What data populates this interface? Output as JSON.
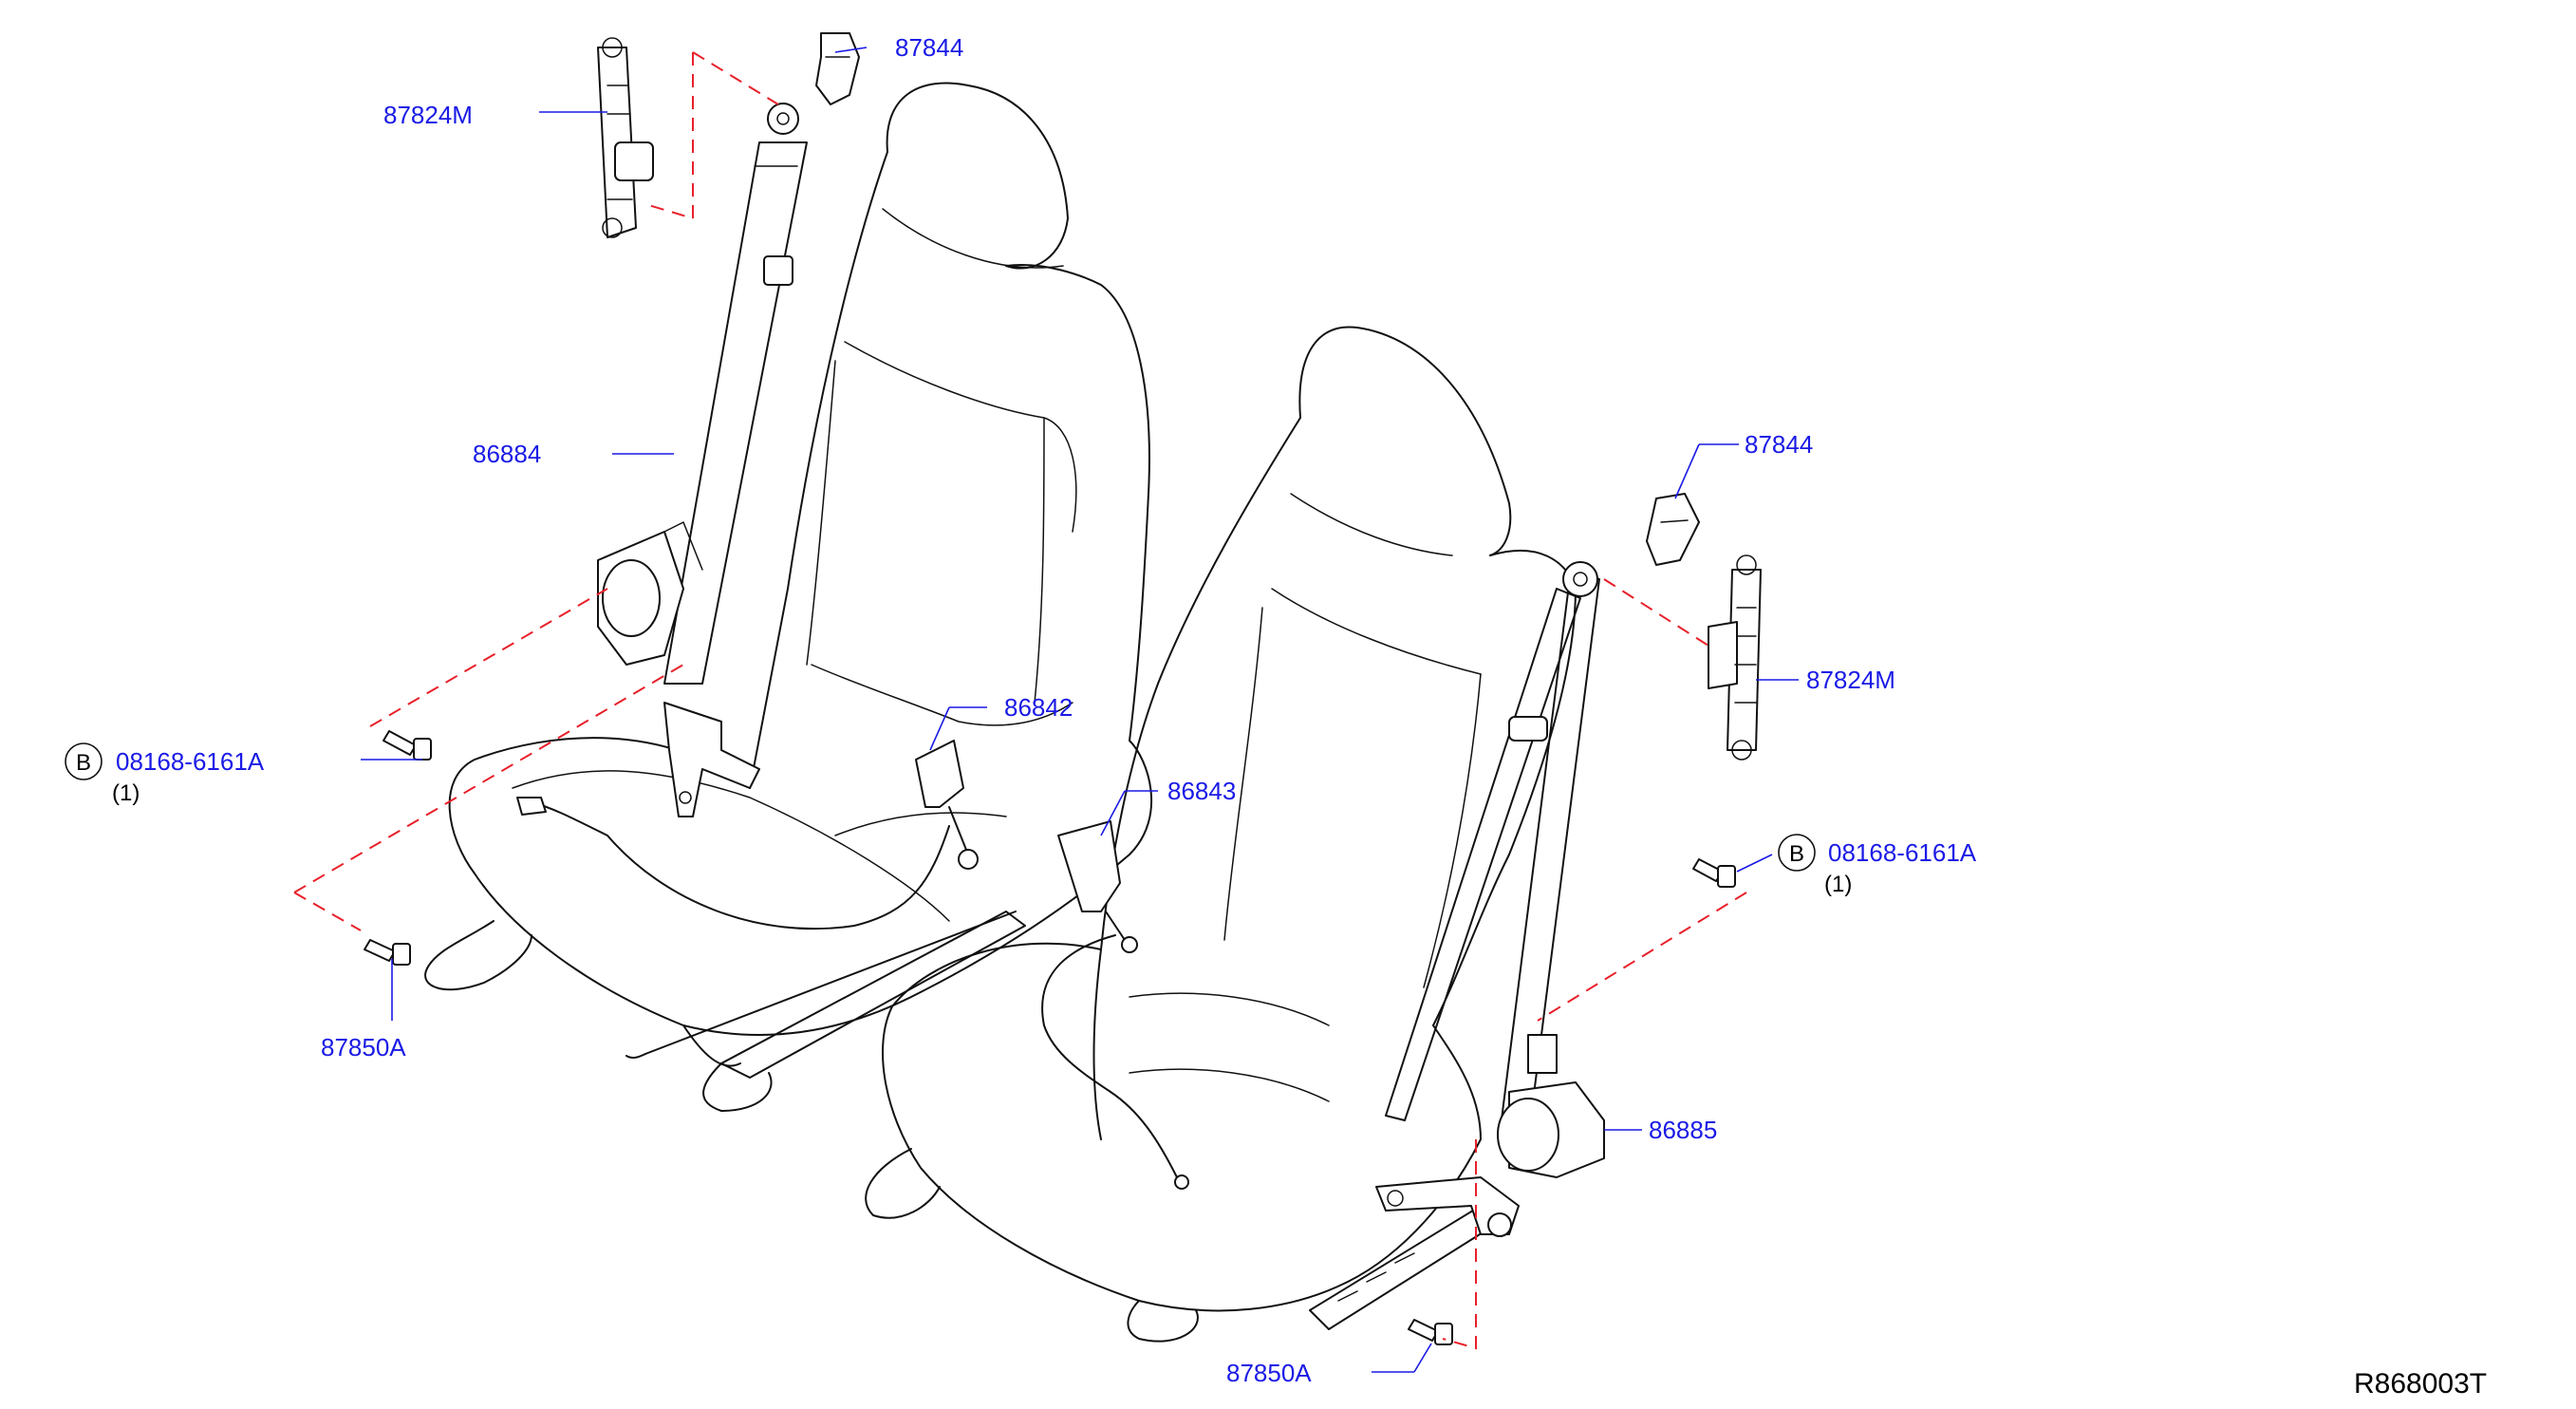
{
  "diagram": {
    "reference_code": "R868003T",
    "colors": {
      "callout": "#1a1ae6",
      "guide_dash": "#e8202a",
      "line_art": "#111111"
    },
    "callouts": {
      "c87844_top": "87844",
      "c87824m_left": "87824M",
      "c86884": "86884",
      "c86842": "86842",
      "c86843": "86843",
      "c08168_left": "08168-6161A",
      "c08168_left_qty": "(1)",
      "c08168_left_badge": "B",
      "c87850a_left": "87850A",
      "c87844_right": "87844",
      "c87824m_right": "87824M",
      "c08168_right": "08168-6161A",
      "c08168_right_qty": "(1)",
      "c08168_right_badge": "B",
      "c86885": "86885",
      "c87850a_right": "87850A"
    }
  }
}
